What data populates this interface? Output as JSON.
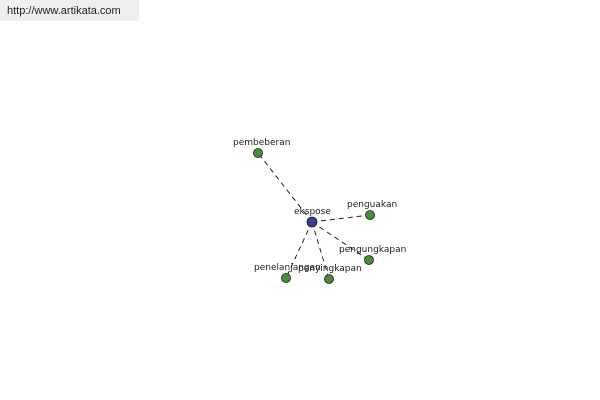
{
  "source_url": "http://www.artikata.com",
  "colors": {
    "center_node": "#3b3f8c",
    "leaf_node": "#4e8a3e",
    "node_outline": "#1a1a1a",
    "edge": "#222222"
  },
  "graph": {
    "center": "ekspose",
    "nodes": [
      {
        "id": "ekspose",
        "label": "ekspose",
        "role": "center"
      },
      {
        "id": "pembeberan",
        "label": "pembeberan",
        "role": "leaf"
      },
      {
        "id": "penguakan",
        "label": "penguakan",
        "role": "leaf"
      },
      {
        "id": "pengungkapan",
        "label": "pengungkapan",
        "role": "leaf"
      },
      {
        "id": "penyingkapan",
        "label": "penyingkapan",
        "role": "leaf"
      },
      {
        "id": "penelanjangan",
        "label": "penelanjangan",
        "role": "leaf"
      }
    ],
    "edges": [
      {
        "from": "ekspose",
        "to": "pembeberan"
      },
      {
        "from": "ekspose",
        "to": "penguakan"
      },
      {
        "from": "ekspose",
        "to": "pengungkapan"
      },
      {
        "from": "ekspose",
        "to": "penyingkapan"
      },
      {
        "from": "ekspose",
        "to": "penelanjangan"
      }
    ]
  }
}
